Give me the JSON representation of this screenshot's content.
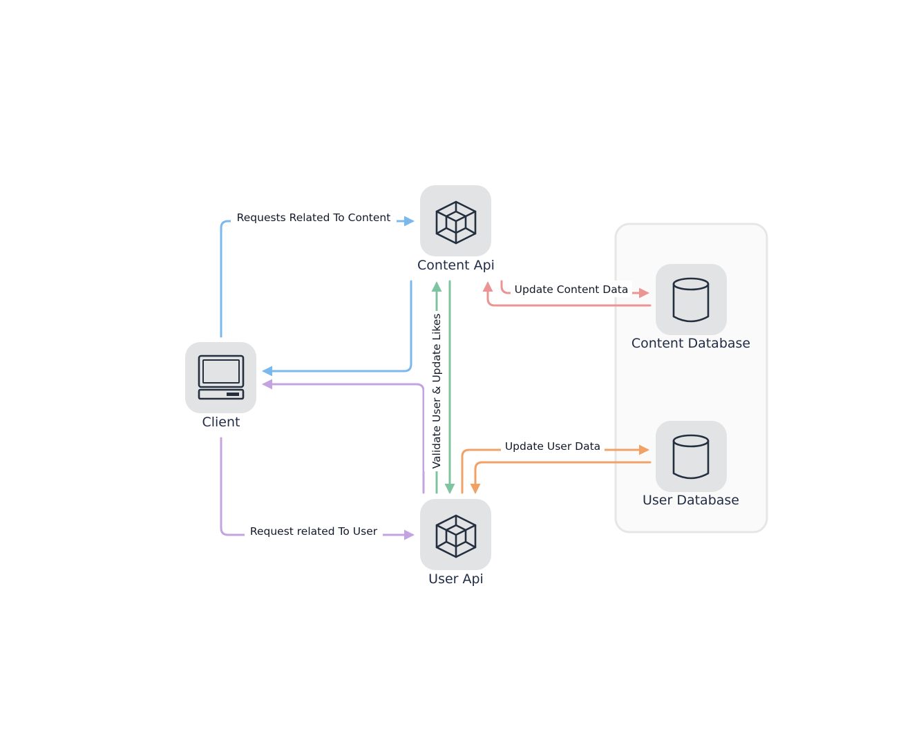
{
  "colors": {
    "blue": "#7ab8ee",
    "purple": "#c3a4e0",
    "green": "#7fc4a0",
    "pink": "#ec9393",
    "orange": "#f1a066",
    "tile": "#e2e3e5",
    "icon": "#232f3e",
    "group_border": "#e6e6e6",
    "group_fill": "#fafafa"
  },
  "nodes": {
    "client": {
      "label": "Client",
      "icon": "computer-icon"
    },
    "content_api": {
      "label": "Content Api",
      "icon": "cube-icon"
    },
    "user_api": {
      "label": "User Api",
      "icon": "cube-icon"
    },
    "content_db": {
      "label": "Content Database",
      "icon": "database-icon"
    },
    "user_db": {
      "label": "User Database",
      "icon": "database-icon"
    }
  },
  "edges": {
    "client_to_content": "Requests Related To Content",
    "client_to_user": "Request related To User",
    "validate_user": "Validate User & Update Likes",
    "update_content": "Update Content Data",
    "update_user": "Update User Data"
  }
}
